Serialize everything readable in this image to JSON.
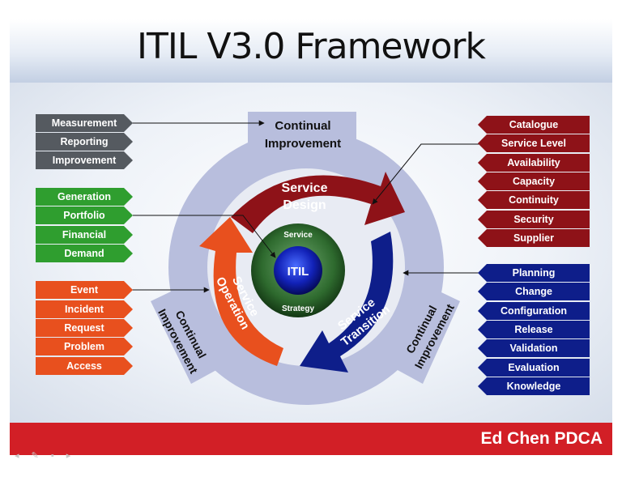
{
  "title": "ITIL V3.0 Framework",
  "footer": "Ed Chen PDCA",
  "colors": {
    "improvement_gray": "#555a60",
    "strategy_green": "#2f9e2f",
    "operation_orange": "#e8501e",
    "design_red": "#8e1218",
    "transition_blue": "#0e1e8a",
    "footer_red": "#d21f26"
  },
  "center": {
    "core": "ITIL",
    "top": "Service",
    "bottom": "Strategy"
  },
  "arcs": {
    "design": [
      "Service",
      "Design"
    ],
    "operation": [
      "Service",
      "Operation"
    ],
    "transition": [
      "Service",
      "Transition"
    ]
  },
  "tabs": {
    "top": [
      "Continual",
      "Improvement"
    ],
    "left": [
      "Continual",
      "Improvement"
    ],
    "right": [
      "Continual",
      "Improvement"
    ]
  },
  "groups": {
    "improvement": [
      "Measurement",
      "Reporting",
      "Improvement"
    ],
    "strategy": [
      "Generation",
      "Portfolio",
      "Financial",
      "Demand"
    ],
    "operation": [
      "Event",
      "Incident",
      "Request",
      "Problem",
      "Access"
    ],
    "design": [
      "Catalogue",
      "Service Level",
      "Availability",
      "Capacity",
      "Continuity",
      "Security",
      "Supplier"
    ],
    "transition": [
      "Planning",
      "Change",
      "Configuration",
      "Release",
      "Validation",
      "Evaluation",
      "Knowledge"
    ]
  }
}
